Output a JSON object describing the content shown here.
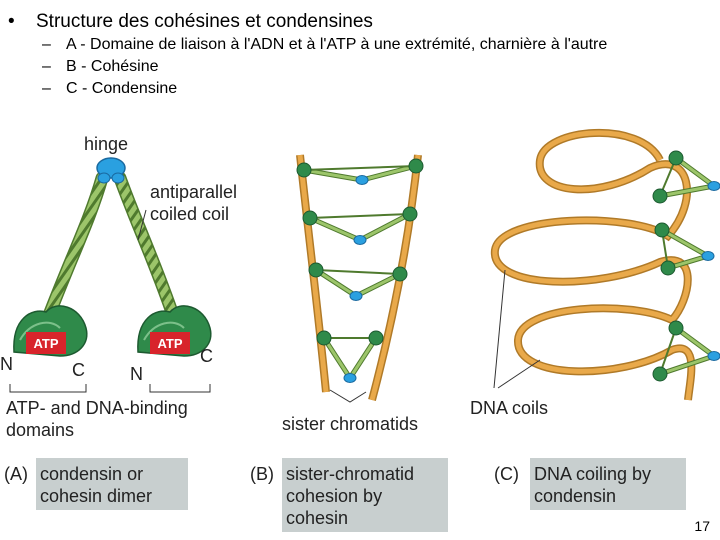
{
  "bullets": {
    "main": "Structure des cohésines et condensines",
    "main_glyph": "•",
    "sub_glyph": "–",
    "sub": [
      "A - Domaine de liaison à l'ADN et à l'ATP à une extrémité, charnière à l'autre",
      "B - Cohésine",
      "C - Condensine"
    ]
  },
  "figure": {
    "panel_a": {
      "hinge": "hinge",
      "coil_line1": "antiparallel",
      "coil_line2": "coiled coil",
      "atp_left": "ATP",
      "atp_right": "ATP",
      "n_left": "N",
      "c_left": "C",
      "n_right": "N",
      "c_right": "C",
      "domains_line1": "ATP- and DNA-binding",
      "domains_line2": "domains",
      "letter": "(A)",
      "caption_line1": "condensin or",
      "caption_line2": "cohesin dimer"
    },
    "panel_b": {
      "label": "sister chromatids",
      "letter": "(B)",
      "caption_line1": "sister-chromatid",
      "caption_line2": "cohesion by",
      "caption_line3": "cohesin"
    },
    "panel_c": {
      "label": "DNA coils",
      "letter": "(C)",
      "caption_line1": "DNA coiling by",
      "caption_line2": "condensin"
    },
    "colors": {
      "coil_green": "#9cc56a",
      "coil_dark": "#4f7a2e",
      "head_green": "#2f8a4a",
      "atp_red": "#d8242b",
      "hinge_blue": "#2aa0e0",
      "dna_orange": "#e9a94a",
      "caption_box": "#c8cfcf"
    }
  },
  "page_number": "17"
}
